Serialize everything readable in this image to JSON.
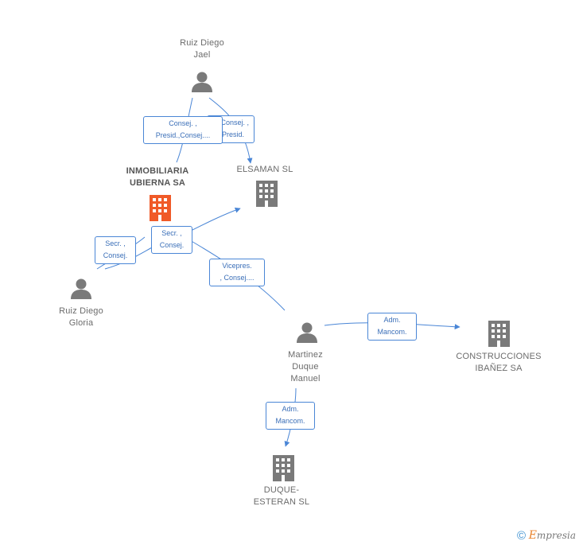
{
  "nodes": {
    "ruiz_diego_jael": {
      "line1": "Ruiz Diego",
      "line2": "Jael"
    },
    "inmobiliaria": {
      "line1": "INMOBILIARIA",
      "line2": "UBIERNA SA"
    },
    "elsaman": {
      "line1": "ELSAMAN SL"
    },
    "ruiz_diego_gloria": {
      "line1": "Ruiz Diego",
      "line2": "Gloria"
    },
    "martinez": {
      "line1": "Martinez",
      "line2": "Duque",
      "line3": "Manuel"
    },
    "construcciones": {
      "line1": "CONSTRUCCIONES",
      "line2": "IBAÑEZ SA"
    },
    "duque_esteran": {
      "line1": "DUQUE-",
      "line2": "ESTERAN SL"
    }
  },
  "edges": {
    "jael_elsaman": {
      "line1": "Consej. ,",
      "line2": "Presid."
    },
    "jael_inmobiliaria": {
      "line1": "Consej. ,",
      "line2": "Presid.,Consej...."
    },
    "gloria_secr": {
      "line1": "Secr. ,",
      "line2": "Consej."
    },
    "inmob_secr": {
      "line1": "Secr. ,",
      "line2": "Consej."
    },
    "vicepres": {
      "line1": "Vicepres.",
      "line2": ", Consej...."
    },
    "adm_construcciones": {
      "line1": "Adm.",
      "line2": "Mancom."
    },
    "adm_duque": {
      "line1": "Adm.",
      "line2": "Mancom."
    }
  },
  "footer": {
    "copyright": "©",
    "brand_initial": "E",
    "brand_rest": "mpresia"
  },
  "colors": {
    "edge": "#4a86d6",
    "person": "#7a7a7a",
    "company": "#7a7a7a",
    "highlight_company": "#f05a28"
  }
}
